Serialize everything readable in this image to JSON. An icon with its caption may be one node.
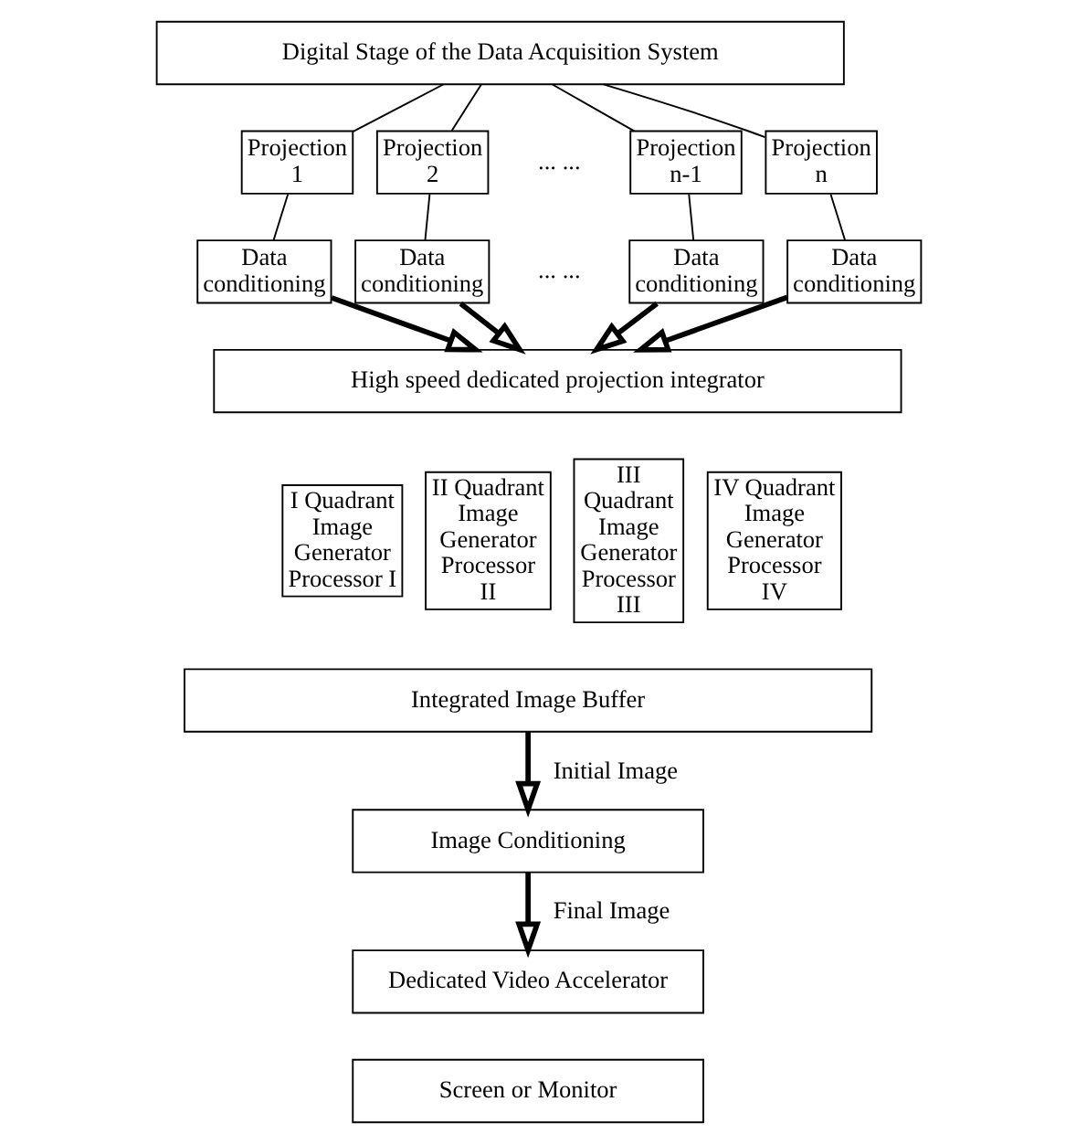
{
  "diagram": {
    "nodes": [
      {
        "text": [
          "Digital Stage of the Data Acquisition System"
        ]
      },
      {
        "text": [
          "Projection 1"
        ]
      },
      {
        "text": [
          "Projection 2"
        ]
      },
      {
        "text": [
          "Projection n-1"
        ]
      },
      {
        "text": [
          "Projection n"
        ]
      },
      {
        "text": [
          "Data conditioning"
        ]
      },
      {
        "text": [
          "Data conditioning"
        ]
      },
      {
        "text": [
          "Data conditioning"
        ]
      },
      {
        "text": [
          "Data conditioning"
        ]
      },
      {
        "text": [
          "High speed dedicated projection integrator"
        ]
      },
      {
        "text": [
          "I Quadrant Image Generator Processor I"
        ]
      },
      {
        "text": [
          "II Quadrant Image Generator Processor II"
        ]
      },
      {
        "text": [
          "III Quadrant Image Generator Processor III"
        ]
      },
      {
        "text": [
          "IV Quadrant Image Generator Processor IV"
        ]
      },
      {
        "text": [
          "Integrated Image Buffer"
        ]
      },
      {
        "text": [
          "Image Conditioning"
        ]
      },
      {
        "text": [
          "Dedicated Video Accelerator"
        ]
      },
      {
        "text": [
          "Screen or Monitor"
        ]
      }
    ],
    "edges": [
      {
        "from": 0,
        "to": 1,
        "arrow": "none"
      },
      {
        "from": 0,
        "to": 2,
        "arrow": "none"
      },
      {
        "from": 0,
        "to": 3,
        "arrow": "none"
      },
      {
        "from": 0,
        "to": 4,
        "arrow": "none"
      },
      {
        "from": 1,
        "to": 5,
        "arrow": "none"
      },
      {
        "from": 2,
        "to": 6,
        "arrow": "none"
      },
      {
        "from": 3,
        "to": 7,
        "arrow": "none"
      },
      {
        "from": 4,
        "to": 8,
        "arrow": "none"
      },
      {
        "from": 5,
        "to": 9,
        "arrow": "to",
        "style": "thick"
      },
      {
        "from": 6,
        "to": 9,
        "arrow": "to",
        "style": "thick"
      },
      {
        "from": 7,
        "to": 9,
        "arrow": "to",
        "style": "thick"
      },
      {
        "from": 8,
        "to": 9,
        "arrow": "to",
        "style": "thick"
      },
      {
        "from": 14,
        "to": 15,
        "arrow": "to",
        "style": "thick",
        "label": "Initial Image"
      },
      {
        "from": 15,
        "to": 16,
        "arrow": "to",
        "style": "thick",
        "label": "Final Image"
      }
    ],
    "labels": [
      "... ...",
      "... ..."
    ]
  }
}
